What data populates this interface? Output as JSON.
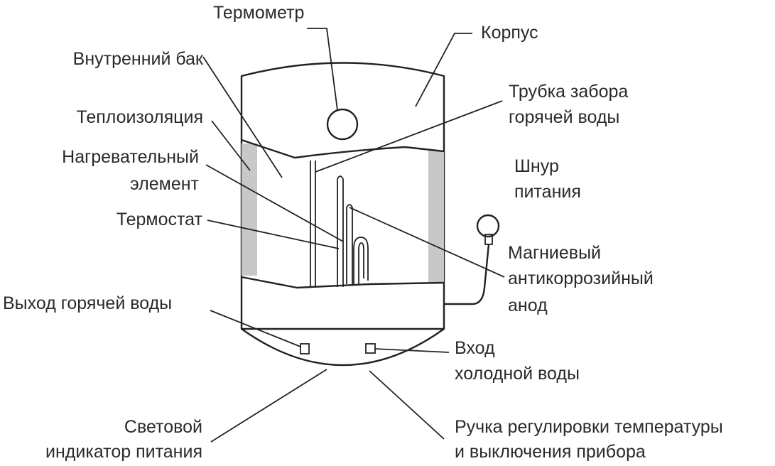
{
  "labels": {
    "thermometer": "Термометр",
    "body": "Корпус",
    "inner_tank": "Внутренний бак",
    "hot_water_pipe_1": "Трубка забора",
    "hot_water_pipe_2": "горячей воды",
    "insulation": "Теплоизоляция",
    "heating_element_1": "Нагревательный",
    "heating_element_2": "элемент",
    "power_cord_1": "Шнур",
    "power_cord_2": "питания",
    "thermostat": "Термостат",
    "magnesium_anode_1": "Магниевый",
    "magnesium_anode_2": "антикоррозийный",
    "magnesium_anode_3": "анод",
    "hot_water_outlet": "Выход горячей воды",
    "cold_water_inlet_1": "Вход",
    "cold_water_inlet_2": "холодной воды",
    "power_indicator_1": "Световой",
    "power_indicator_2": "индикатор питания",
    "temp_knob_1": "Ручка регулировки температуры",
    "temp_knob_2": "и выключения прибора"
  }
}
